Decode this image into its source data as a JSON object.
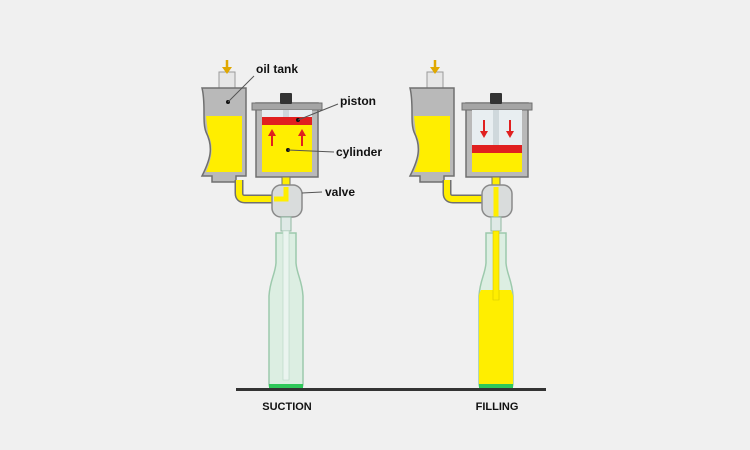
{
  "labels": {
    "oil_tank": "oil tank",
    "piston": "piston",
    "cylinder": "cylinder",
    "valve": "valve"
  },
  "captions": {
    "suction": "SUCTION",
    "filling": "FILLING"
  },
  "colors": {
    "background": "#f0f0f0",
    "oil": "#ffee00",
    "piston": "#e02020",
    "housing": "#b9b9b9",
    "housing_dark": "#6f6f6f",
    "bottle_glass": "#dceee2",
    "bottle_outline": "#9cc9ac",
    "bottle_base": "#2fc85a",
    "arrow": "#e02020",
    "floor": "#333333"
  }
}
